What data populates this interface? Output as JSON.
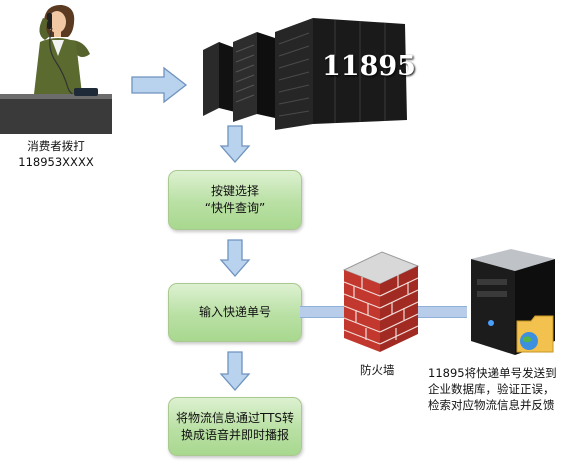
{
  "caller": {
    "label_line1": "消费者拨打",
    "label_line2": "118953XXXX"
  },
  "server_room": {
    "label": "11895"
  },
  "steps": [
    {
      "line1": "按键选择",
      "line2": "“快件查询”"
    },
    {
      "line1": "输入快递单号",
      "line2": ""
    },
    {
      "line1": "将物流信息通过TTS转",
      "line2": "换成语音并即时播报"
    }
  ],
  "firewall": {
    "label": "防火墙"
  },
  "enterprise_server": {
    "line1": "11895将快递单号发送到",
    "line2": "企业数据库，验证正误，",
    "line3": "检索对应物流信息并反馈"
  },
  "colors": {
    "step_fill": "#b9e0a4",
    "arrow_fill": "#b9d2ee",
    "arrow_stroke": "#6e93bf",
    "connector": "#b7cde9",
    "brick": "#c2382e"
  }
}
